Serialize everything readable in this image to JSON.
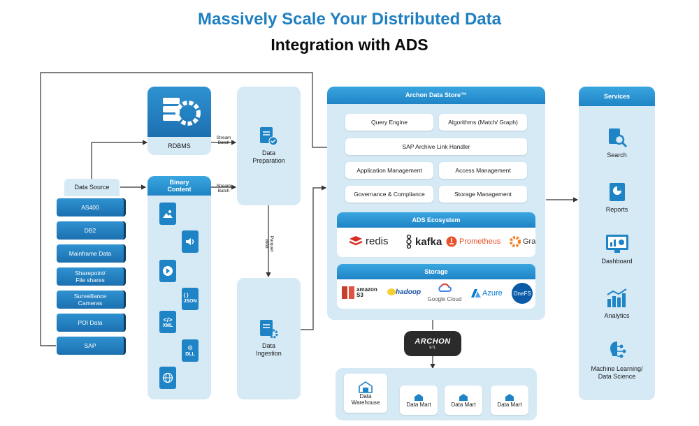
{
  "title": {
    "line1": "Massively Scale Your Distributed Data",
    "line2": "Integration with ADS"
  },
  "rdbms": {
    "label": "RDBMS"
  },
  "binary": {
    "header": "Binary Content",
    "files": [
      "{ }\nJSON",
      "XML",
      "DLL"
    ]
  },
  "data_source": {
    "header": "Data Source",
    "items": [
      "AS400",
      "DB2",
      "Mainframe Data",
      "Sharepoint/\nFile shares",
      "Surveillance\nCameras",
      "POI Data",
      "SAP"
    ]
  },
  "stream_batch": {
    "top": "Stream\nBatch",
    "bottom": "Stream\nBatch"
  },
  "data_prep": {
    "label": "Data\nPreparation"
  },
  "parquet": {
    "label": "Parquet\nBlob"
  },
  "data_ingest": {
    "label": "Data\nIngestion"
  },
  "ads": {
    "header": "Archon Data Store™",
    "modules": [
      "Query Engine",
      "Algorithms (Match/ Graph)",
      "SAP Archive Link Handler",
      "Application Management",
      "Access Management",
      "Governance & Compliance",
      "Storage Management"
    ],
    "ecosystem": {
      "header": "ADS Ecosystem",
      "items": [
        "redis",
        "kafka",
        "Prometheus",
        "Gra"
      ]
    },
    "storage": {
      "header": "Storage",
      "items": [
        "amazon\nS3",
        "hadoop",
        "Google Cloud",
        "Azure",
        "OneFS"
      ]
    }
  },
  "archon_etl": {
    "label": "ARCHON",
    "sub": "ETL"
  },
  "warehouse": {
    "main": "Data\nWarehouse",
    "marts": [
      "Data Mart",
      "Data Mart",
      "Data Mart"
    ]
  },
  "services": {
    "header": "Services",
    "items": [
      "Search",
      "Reports",
      "Dashboard",
      "Analytics",
      "Machine Learning/\nData Science"
    ]
  },
  "colors": {
    "accent": "#1f84c6",
    "panel": "#d6eaf6",
    "title_blue": "#1f7fc1"
  }
}
